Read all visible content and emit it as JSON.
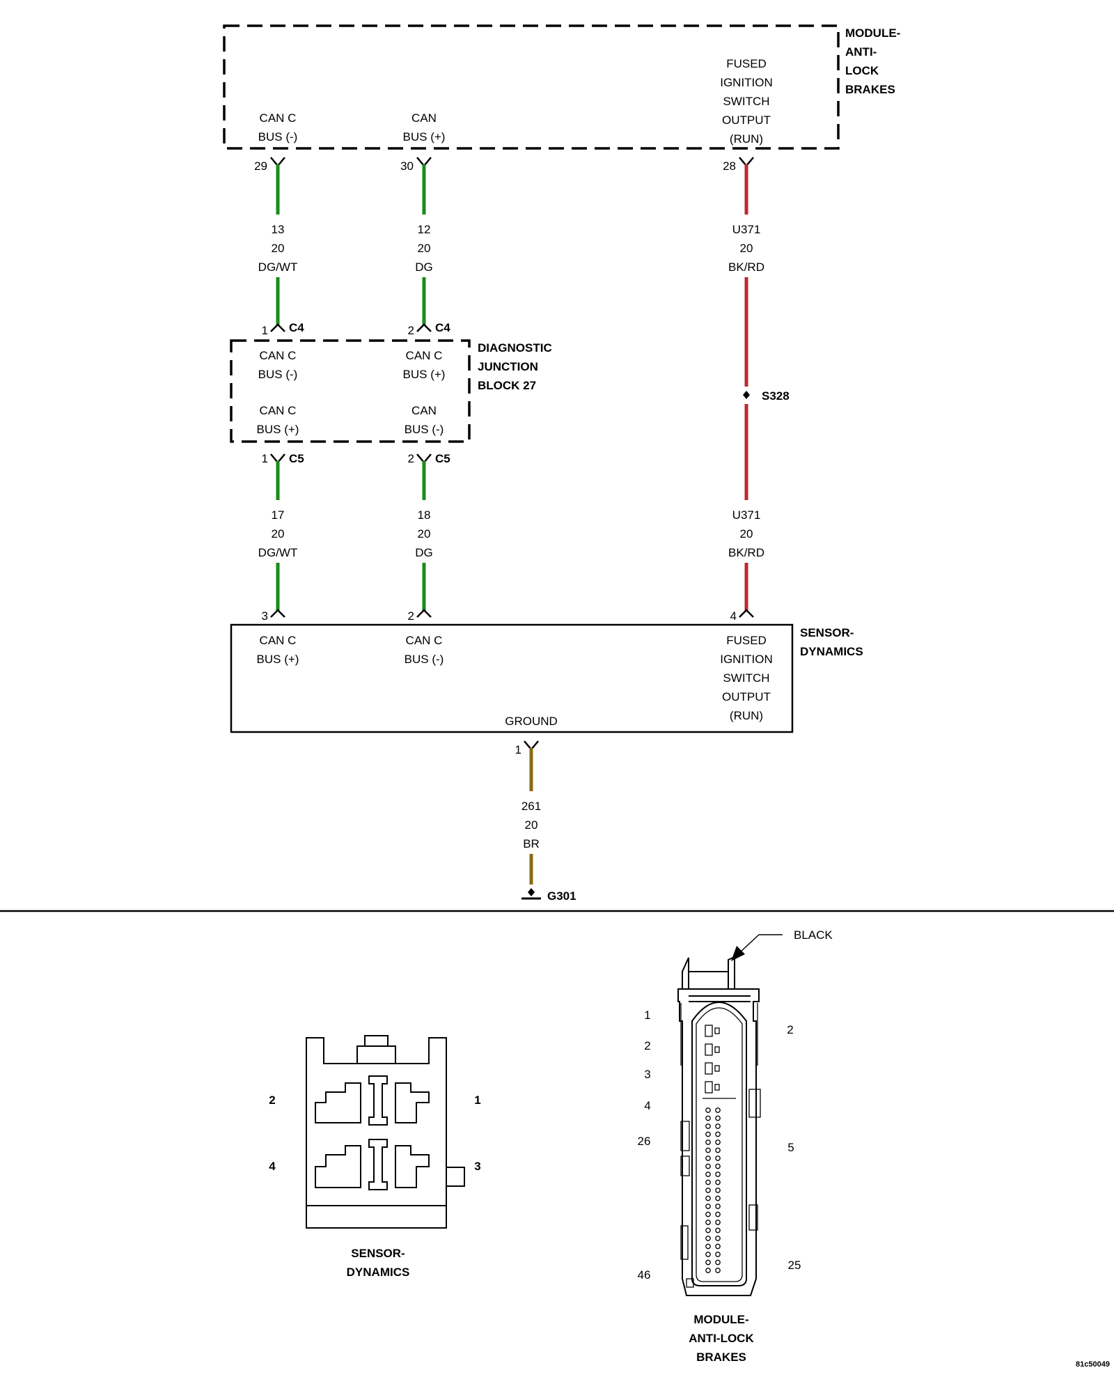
{
  "colors": {
    "can_wire": "#1a8c1a",
    "ignition_wire": "#c0282f",
    "ground_wire": "#8a6a14",
    "line": "#000000"
  },
  "abs_module": {
    "name": [
      "MODULE-",
      "ANTI-",
      "LOCK",
      "BRAKES"
    ],
    "pins": [
      {
        "label": [
          "CAN C",
          "BUS (-)"
        ],
        "pin": "29"
      },
      {
        "label": [
          "CAN",
          "BUS (+)"
        ],
        "pin": "30"
      },
      {
        "label": [
          "FUSED",
          "IGNITION",
          "SWITCH",
          "OUTPUT",
          "(RUN)"
        ],
        "pin": "28"
      }
    ]
  },
  "wires_upper": [
    {
      "circuit": "13",
      "gauge": "20",
      "color": "DG/WT"
    },
    {
      "circuit": "12",
      "gauge": "20",
      "color": "DG"
    },
    {
      "circuit": "U371",
      "gauge": "20",
      "color": "BK/RD"
    }
  ],
  "junction_block": {
    "name": [
      "DIAGNOSTIC",
      "JUNCTION",
      "BLOCK 27"
    ],
    "top_connector": "C4",
    "bottom_connector": "C5",
    "top_pins": [
      "1",
      "2"
    ],
    "bottom_pins": [
      "1",
      "2"
    ],
    "labels": [
      [
        "CAN C",
        "BUS (-)"
      ],
      [
        "CAN C",
        "BUS (+)"
      ],
      [
        "CAN C",
        "BUS (+)"
      ],
      [
        "CAN",
        "BUS (-)"
      ]
    ]
  },
  "splice": "S328",
  "wires_lower": [
    {
      "circuit": "17",
      "gauge": "20",
      "color": "DG/WT"
    },
    {
      "circuit": "18",
      "gauge": "20",
      "color": "DG"
    },
    {
      "circuit": "U371",
      "gauge": "20",
      "color": "BK/RD"
    }
  ],
  "sensor": {
    "name": [
      "SENSOR-",
      "DYNAMICS"
    ],
    "pins": [
      {
        "label": [
          "CAN C",
          "BUS (+)"
        ],
        "pin": "3"
      },
      {
        "label": [
          "CAN C",
          "BUS (-)"
        ],
        "pin": "2"
      },
      {
        "label": [
          "FUSED",
          "IGNITION",
          "SWITCH",
          "OUTPUT",
          "(RUN)"
        ],
        "pin": "4"
      }
    ],
    "ground_label": "GROUND",
    "ground_pin": "1"
  },
  "ground_wire": {
    "circuit": "261",
    "gauge": "20",
    "color": "BR"
  },
  "ground_point": "G301",
  "connector_views": {
    "sensor": {
      "name": [
        "SENSOR-",
        "DYNAMICS"
      ],
      "pins": [
        "2",
        "1",
        "4",
        "3"
      ]
    },
    "abs": {
      "name": [
        "MODULE-",
        "ANTI-LOCK",
        "BRAKES"
      ],
      "color_callout": "BLACK",
      "left_pins": [
        "1",
        "2",
        "3",
        "4",
        "26",
        "46"
      ],
      "right_pins": [
        "2",
        "5",
        "25"
      ]
    }
  },
  "figure_id": "81c50049"
}
